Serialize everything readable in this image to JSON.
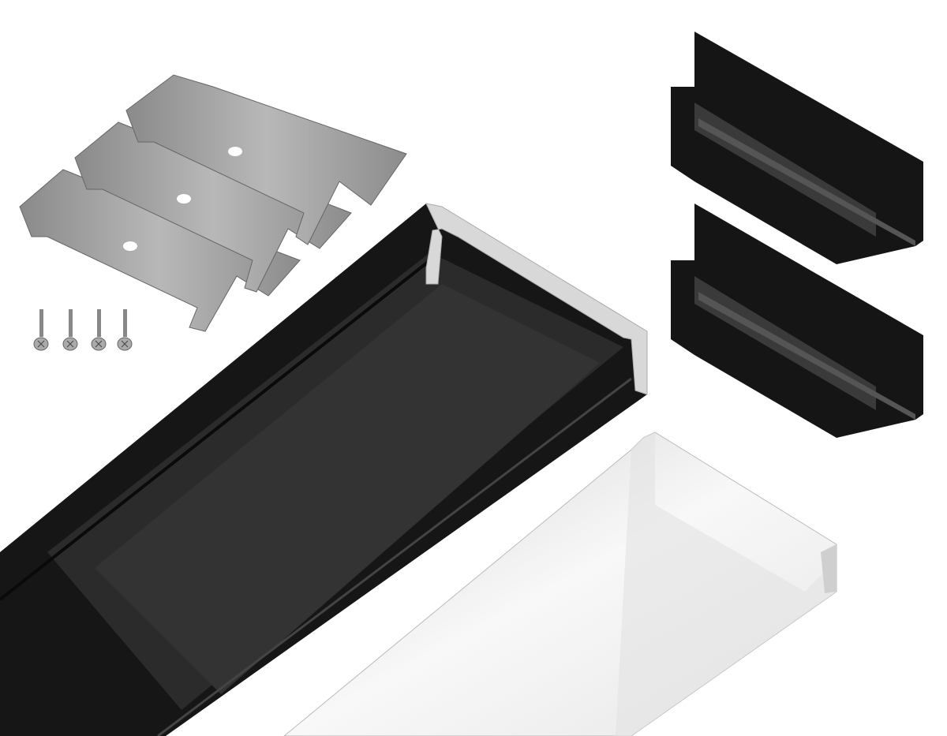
{
  "scene": {
    "subject": "led-profile-kit",
    "parts": [
      "black-aluminium-profile",
      "white-diffuser",
      "end-cap",
      "end-cap",
      "mounting-clip",
      "mounting-clip",
      "mounting-clip",
      "screw",
      "screw",
      "screw",
      "screw"
    ]
  },
  "colors": {
    "background": "#ffffff",
    "profile": "#161616",
    "profile_face": "#2c2c2c",
    "profile_end": "#d8d8d8",
    "diffuser": "#f2f2f2",
    "diffuser_shadow": "#c9c9c9",
    "clip": "#9a9a9a",
    "end_cap": "#1a1a1a"
  }
}
